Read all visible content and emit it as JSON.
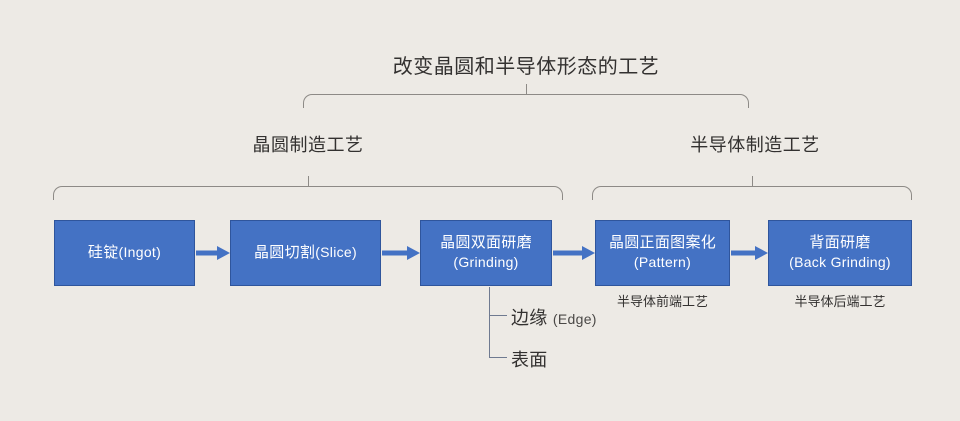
{
  "diagram": {
    "title": "改变晶圆和半导体形态的工艺",
    "groups": [
      {
        "key": "wafer",
        "label": "晶圆制造工艺"
      },
      {
        "key": "semiconductor",
        "label": "半导体制造工艺"
      }
    ],
    "steps": [
      {
        "cn": "硅锭",
        "en": "(Ingot)",
        "inline": true,
        "caption": ""
      },
      {
        "cn": "晶圆切割",
        "en": "(Slice)",
        "inline": true,
        "caption": ""
      },
      {
        "cn": "晶圆双面研磨",
        "en": "(Grinding)",
        "inline": false,
        "caption": ""
      },
      {
        "cn": "晶圆正面图案化",
        "en": "(Pattern)",
        "inline": false,
        "caption": "半导体前端工艺"
      },
      {
        "cn": "背面研磨",
        "en": "(Back Grinding)",
        "inline": false,
        "caption": "半导体后端工艺"
      }
    ],
    "branches": [
      {
        "cn": "边缘",
        "en": "(Edge)"
      },
      {
        "cn": "表面",
        "en": ""
      }
    ],
    "colors": {
      "background": "#edeae5",
      "box_fill": "#4472c4",
      "box_border": "#2f559c",
      "box_text": "#ffffff",
      "arrow": "#4472c4",
      "bracket": "#8d8a86",
      "branch_line": "#6f7a90",
      "text": "#333130"
    }
  }
}
